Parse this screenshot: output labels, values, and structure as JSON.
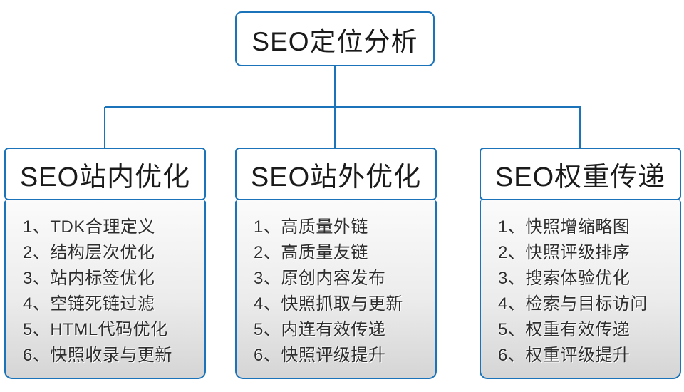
{
  "colors": {
    "accent": "#1b74ba",
    "panel-top": "#fbfbfb",
    "panel-bottom": "#d5d5d5",
    "text": "#2e2e2e"
  },
  "diagram": {
    "root_label": "SEO定位分析",
    "branches": [
      {
        "title": "SEO站内优化",
        "items": [
          "1、TDK合理定义",
          "2、结构层次优化",
          "3、站内标签优化",
          "4、空链死链过滤",
          "5、HTML代码优化",
          "6、快照收录与更新"
        ]
      },
      {
        "title": "SEO站外优化",
        "items": [
          "1、高质量外链",
          "2、高质量友链",
          "3、原创内容发布",
          "4、快照抓取与更新",
          "5、内连有效传递",
          "6、快照评级提升"
        ]
      },
      {
        "title": "SEO权重传递",
        "items": [
          "1、快照增缩略图",
          "2、快照评级排序",
          "3、搜索体验优化",
          "4、检索与目标访问",
          "5、权重有效传递",
          "6、权重评级提升"
        ]
      }
    ]
  }
}
